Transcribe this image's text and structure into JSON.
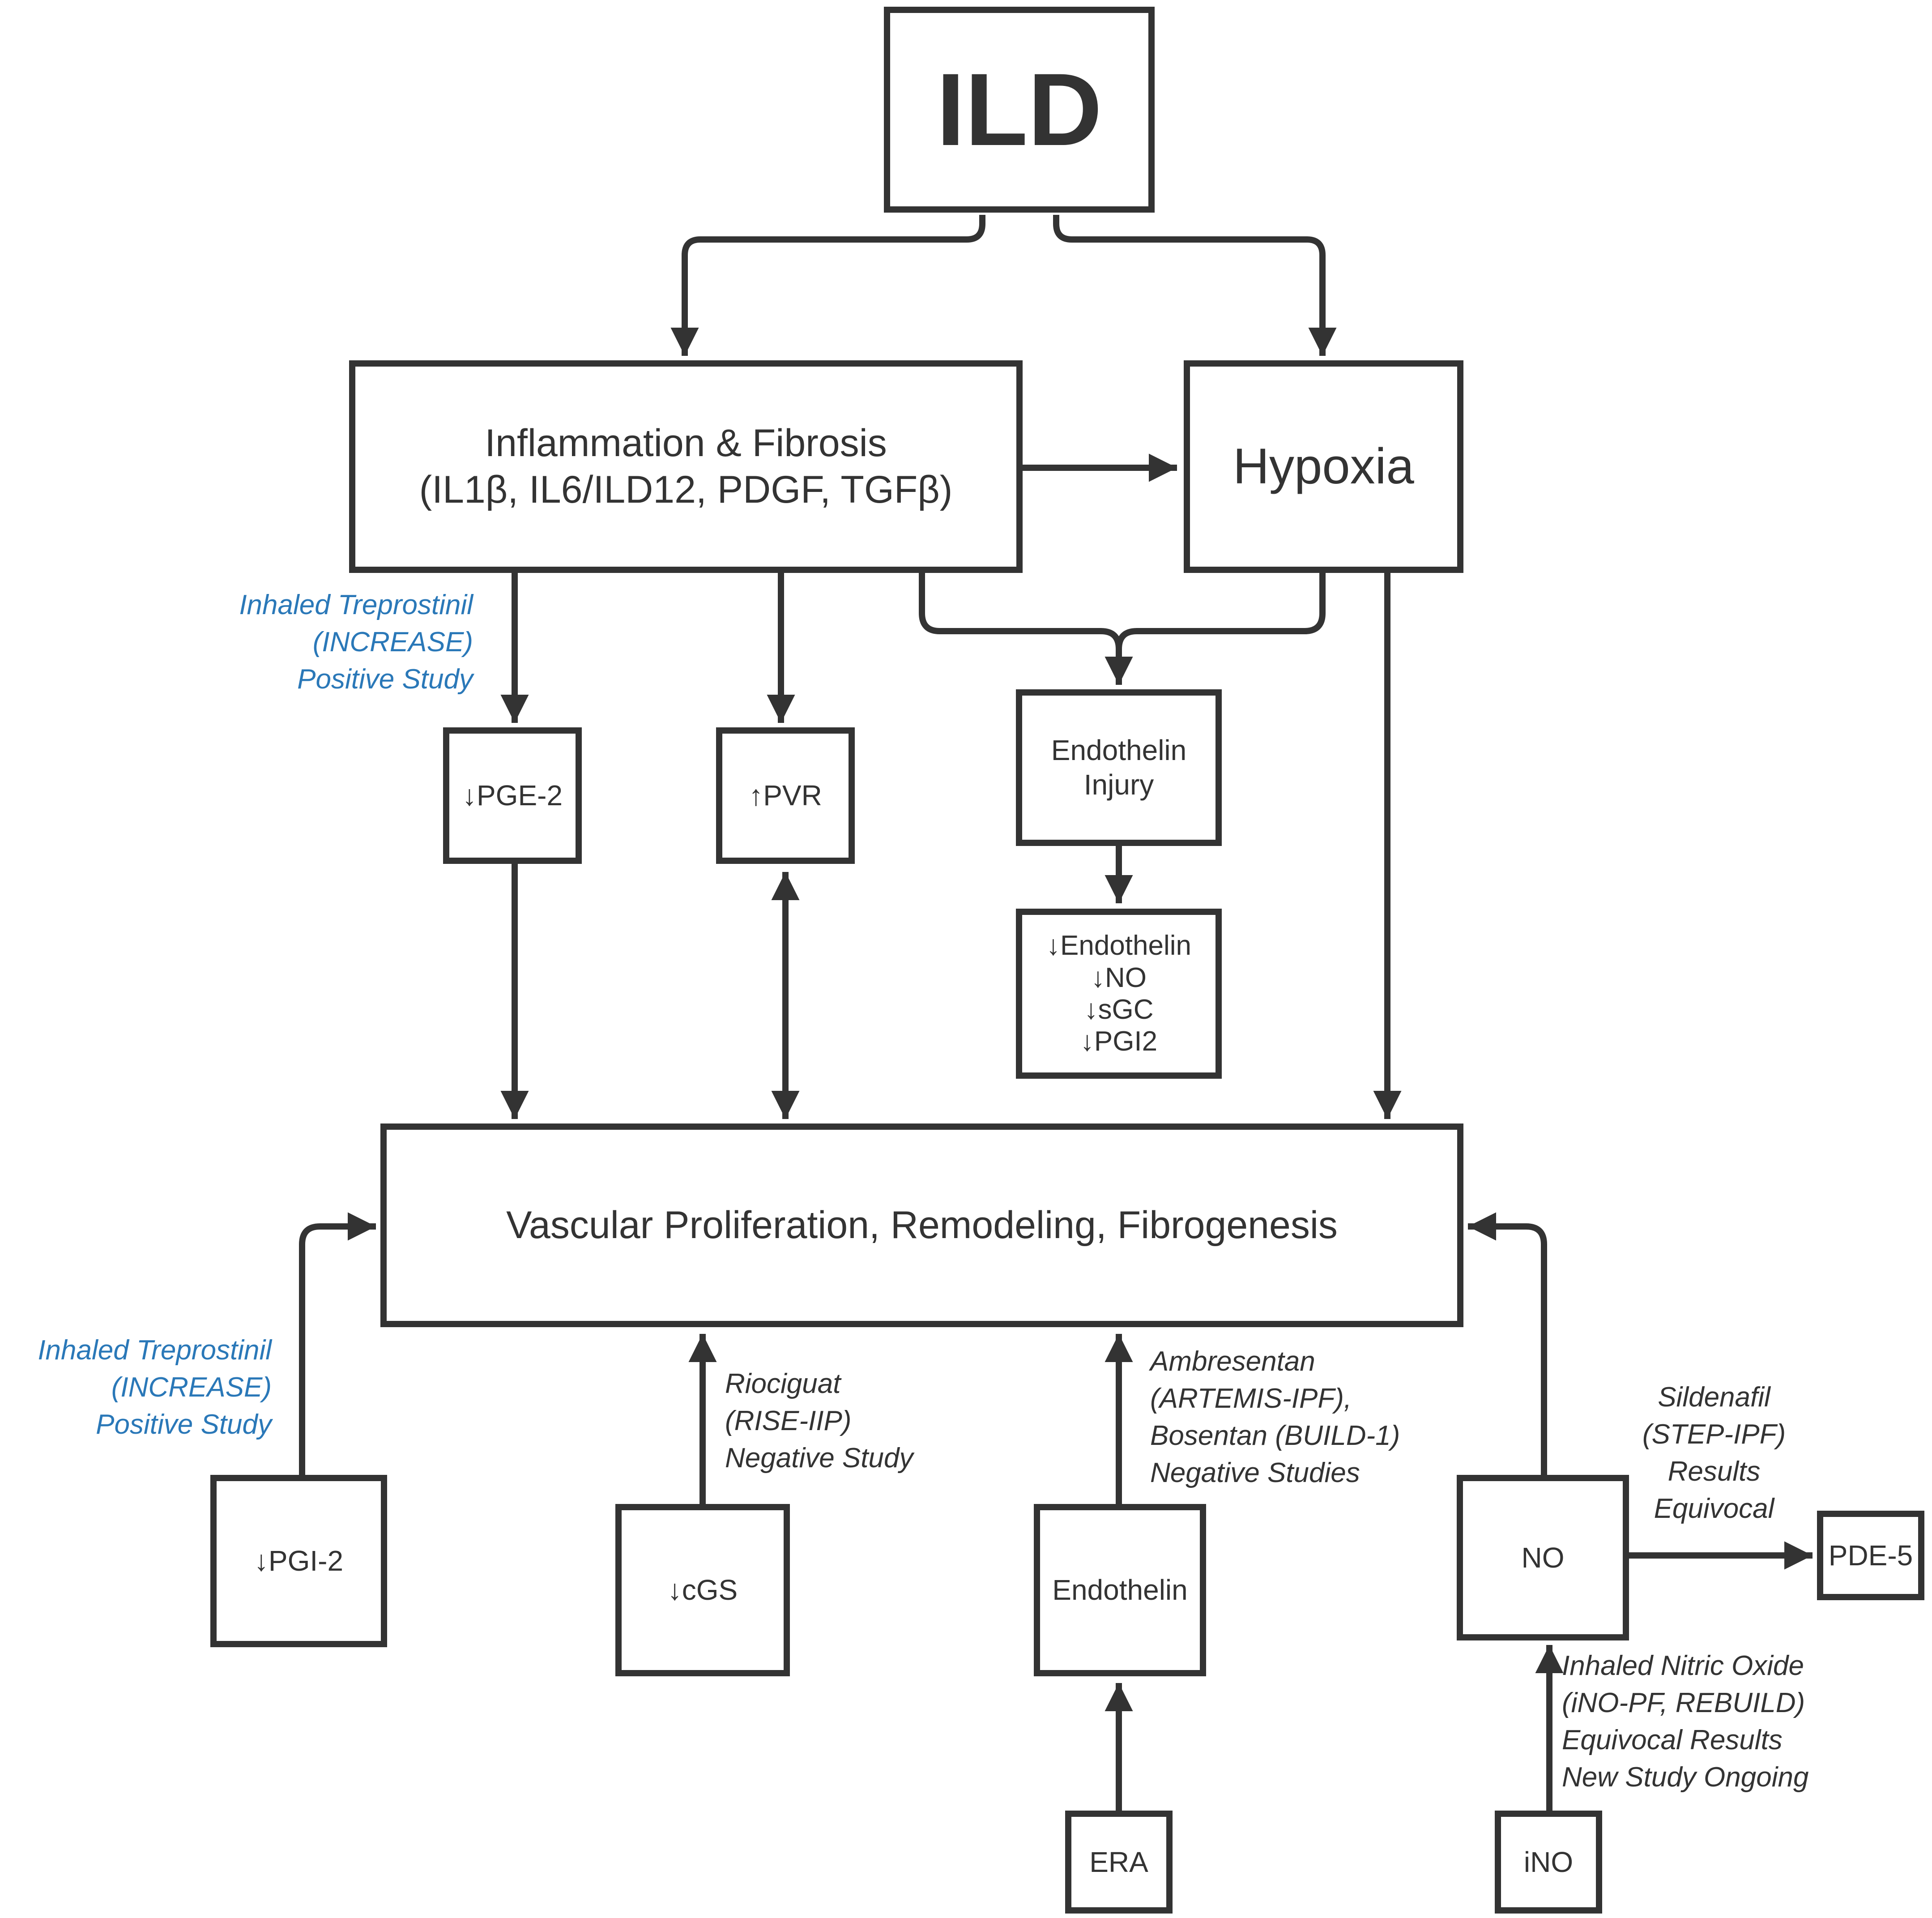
{
  "colors": {
    "line": "#333333",
    "annotation_blue": "#2a78b8",
    "annotation_gray": "#333333",
    "background": "#ffffff"
  },
  "nodes": {
    "ild": "ILD",
    "inflammation": {
      "line1": "Inflammation & Fibrosis",
      "line2": "(IL1β, IL6/ILD12, PDGF, TGFβ)"
    },
    "hypoxia": "Hypoxia",
    "pge2": "↓PGE-2",
    "pvr": "↑PVR",
    "endothelin_injury": {
      "line1": "Endothelin",
      "line2": "Injury"
    },
    "reductions": [
      "↓Endothelin",
      "↓NO",
      "↓sGC",
      "↓PGI2"
    ],
    "vascular": "Vascular Proliferation, Remodeling, Fibrogenesis",
    "pgi2": "↓PGI-2",
    "cgs": "↓cGS",
    "endothelin": "Endothelin",
    "no": "NO",
    "pde5": "PDE-5",
    "era": "ERA",
    "ino": "iNO"
  },
  "annotations": {
    "treprostinil_top": [
      "Inhaled Treprostinil",
      "(INCREASE)",
      "Positive  Study"
    ],
    "treprostinil_bottom": [
      "Inhaled Treprostinil",
      "(INCREASE)",
      "Positive  Study"
    ],
    "riociguat": [
      "Riociguat",
      "(RISE-IIP)",
      "Negative Study"
    ],
    "ambrisentan": [
      "Ambresentan",
      "(ARTEMIS-IPF),",
      "Bosentan (BUILD-1)",
      "Negative Studies"
    ],
    "sildenafil": [
      "Sildenafil",
      "(STEP-IPF)",
      "Results",
      "Equivocal"
    ],
    "nitric_oxide": [
      "Inhaled Nitric Oxide",
      "(iNO-PF, REBUILD)",
      "Equivocal Results",
      "New Study Ongoing"
    ]
  }
}
